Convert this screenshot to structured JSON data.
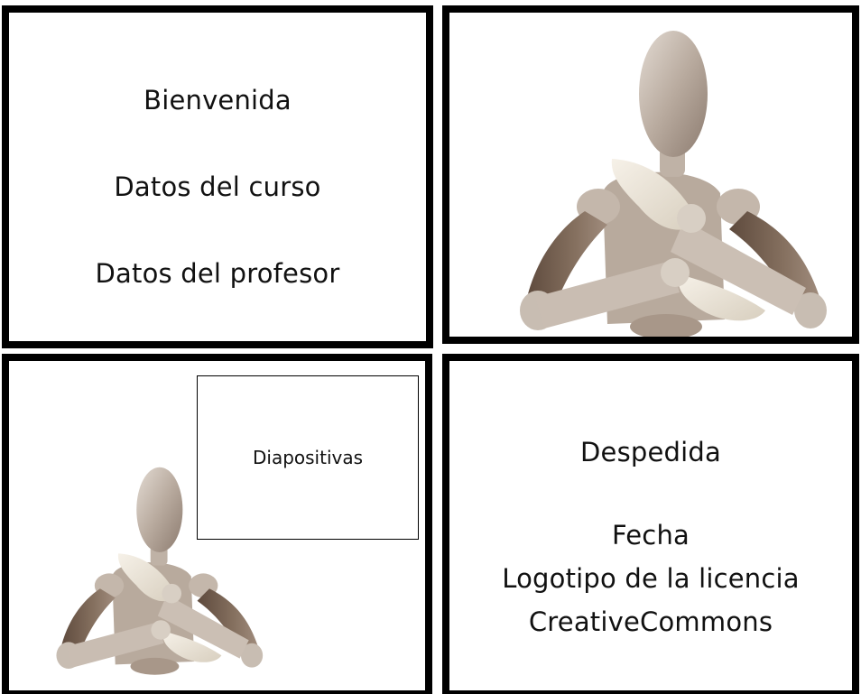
{
  "panels": [
    {
      "id": "intro",
      "lines": [
        "Bienvenida",
        "Datos del curso",
        "Datos del profesor"
      ]
    },
    {
      "id": "mannequin-closeup",
      "figure": "wooden-mannequin-arms-crossed"
    },
    {
      "id": "presentation",
      "figure": "wooden-mannequin-arms-crossed",
      "slides_label": "Diapositivas"
    },
    {
      "id": "closing",
      "title": "Despedida",
      "lines": [
        "Fecha",
        "Logotipo de la licencia",
        "CreativeCommons"
      ]
    }
  ],
  "colors": {
    "border": "#000000",
    "background": "#ffffff",
    "text": "#111111",
    "wood_light": "#d8cfc6",
    "wood_mid": "#b3a69a",
    "wood_dark": "#6e5a4c"
  }
}
